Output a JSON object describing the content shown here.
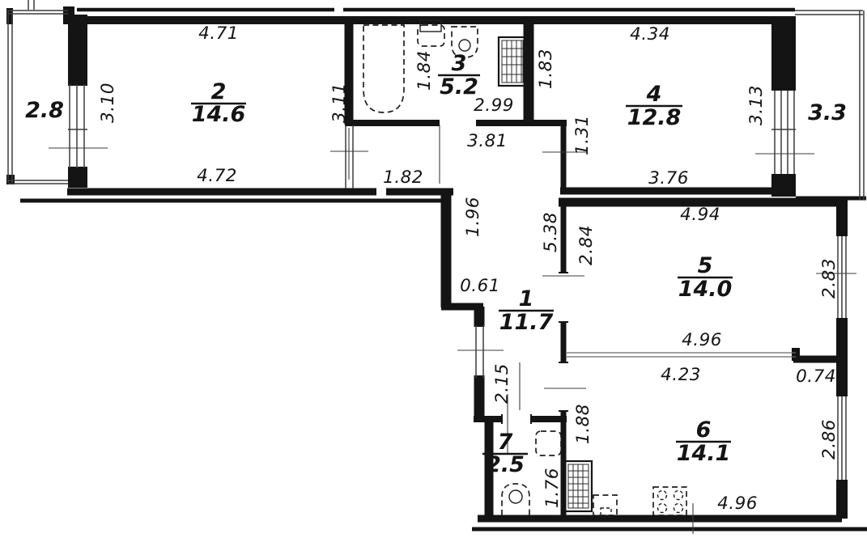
{
  "plan": {
    "type": "apartment-floor-plan",
    "rooms": [
      {
        "number": "1",
        "area": "11.7"
      },
      {
        "number": "2",
        "area": "14.6"
      },
      {
        "number": "3",
        "area": "5.2"
      },
      {
        "number": "4",
        "area": "12.8"
      },
      {
        "number": "5",
        "area": "14.0"
      },
      {
        "number": "6",
        "area": "14.1"
      },
      {
        "number": "7",
        "area": "2.5"
      }
    ],
    "balconies": [
      {
        "area": "2.8"
      },
      {
        "area": "3.3"
      }
    ],
    "dims": [
      "4.71",
      "4.72",
      "1.82",
      "2.99",
      "3.81",
      "4.34",
      "3.76",
      "4.94",
      "4.96",
      "4.23",
      "0.74",
      "0.61",
      "4.96",
      "3.10",
      "3.11",
      "1.84",
      "1.83",
      "1.31",
      "3.13",
      "1.96",
      "5.38",
      "2.84",
      "2.83",
      "2.86",
      "2.15",
      "1.88",
      "1.76"
    ],
    "colors": {
      "wall": "#141414",
      "thin_line": "#3c3c3c",
      "text": "#141414",
      "background": "#ffffff"
    }
  }
}
